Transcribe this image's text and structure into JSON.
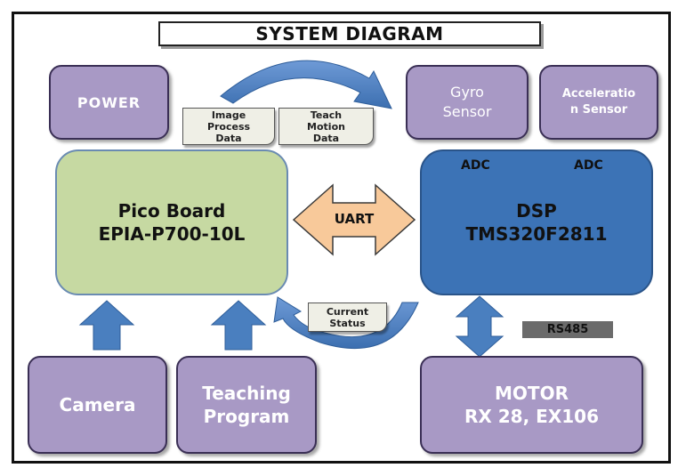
{
  "title": "SYSTEM DIAGRAM",
  "boxes": {
    "power": "POWER",
    "gyro": [
      "Gyro",
      "Sensor"
    ],
    "accel": [
      "Acceleratio",
      "n Sensor"
    ],
    "pico": [
      "Pico Board",
      "EPIA-P700-10L"
    ],
    "dsp": [
      "DSP",
      "TMS320F2811"
    ],
    "camera": "Camera",
    "teaching": [
      "Teaching",
      "Program"
    ],
    "motor": [
      "MOTOR",
      "RX 28, EX106"
    ]
  },
  "notes": {
    "image_process": [
      "Image",
      "Process",
      "Data"
    ],
    "teach_motion": [
      "Teach",
      "Motion",
      "Data"
    ],
    "current_status": [
      "Current",
      "Status"
    ]
  },
  "adc_left": "ADC",
  "adc_right": "ADC",
  "uart": "UART",
  "rs485": "RS485",
  "colors": {
    "purple_box": "#a899c5",
    "green_board": "#c6d9a2",
    "blue_dsp": "#3c73b6",
    "arrow_blue": "#4a7fbf",
    "uart_orange": "#f8c99a"
  }
}
